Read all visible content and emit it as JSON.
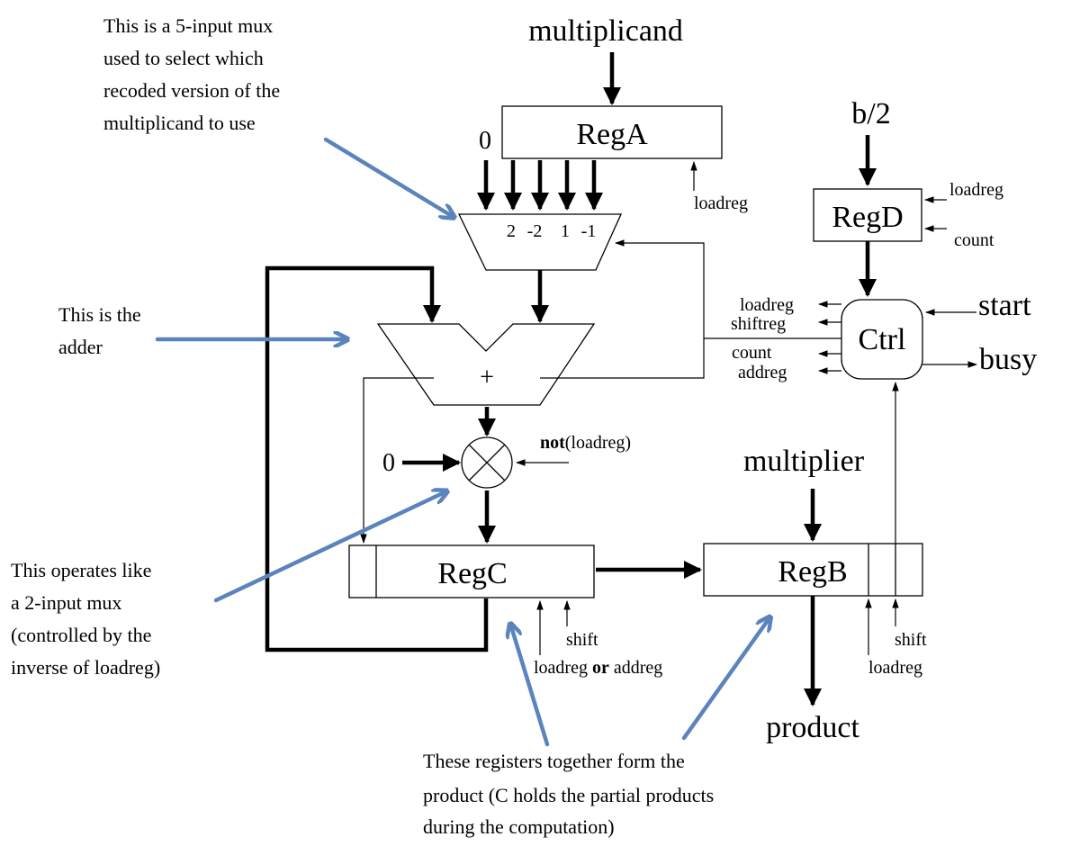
{
  "inputs": {
    "multiplicand": "multiplicand",
    "b_half": "b/2",
    "multiplier": "multiplier",
    "start": "start",
    "zero_top": "0",
    "zero_left": "0"
  },
  "outputs": {
    "product": "product",
    "busy": "busy"
  },
  "registers": {
    "rega": "RegA",
    "regb": "RegB",
    "regc": "RegC",
    "regd": "RegD",
    "ctrl": "Ctrl"
  },
  "mux_labels": [
    "2",
    "-2",
    "1",
    "-1"
  ],
  "adder_symbol": "+",
  "signals": {
    "rega_load": "loadreg",
    "regd_load": "loadreg",
    "regd_count": "count",
    "ctrl_loadreg": "loadreg",
    "ctrl_shiftreg": "shiftreg",
    "ctrl_count": "count",
    "ctrl_addreg": "addreg",
    "not_bold": "not",
    "not_rest": "(loadreg)",
    "regc_shift": "shift",
    "regc_load_a": "loadreg ",
    "regc_load_or": "or",
    "regc_load_b": " addreg",
    "regb_shift": "shift",
    "regb_load": "loadreg"
  },
  "annotations": {
    "mux_note": [
      "This is a 5-input mux",
      "used to select which",
      "recoded version of the",
      "multiplicand to use"
    ],
    "adder_note": [
      "This is the",
      "adder"
    ],
    "xor_note": [
      "This operates like",
      "a 2-input mux",
      "(controlled by the",
      "inverse of loadreg)"
    ],
    "regs_note": [
      "These registers together form the",
      "product (C holds the partial products",
      "during the computation)"
    ]
  },
  "colors": {
    "annotation_arrow": "#5b84bd"
  }
}
